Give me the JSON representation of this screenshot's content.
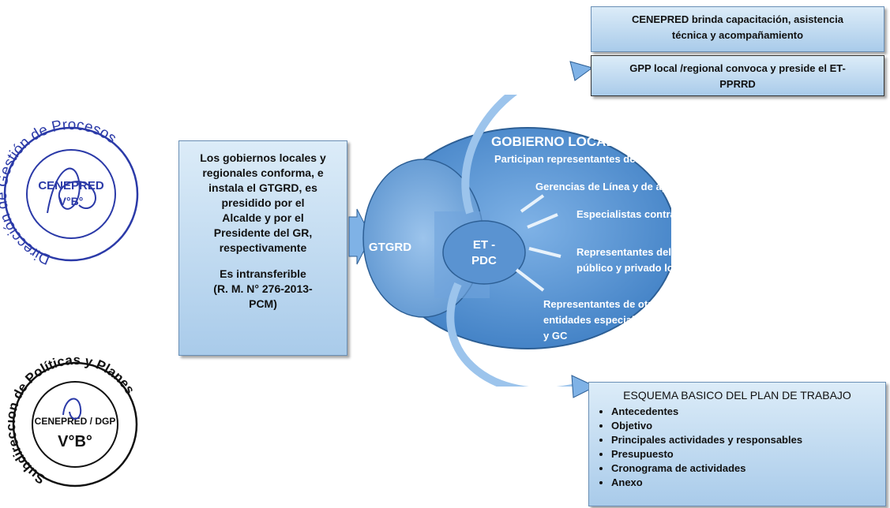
{
  "left_box": {
    "lines": [
      "Los gobiernos locales y",
      "regionales conforma, e",
      "instala el GTGRD,  es",
      "presidido por el",
      "Alcalde  y por el",
      "Presidente del GR,",
      "respectivamente"
    ],
    "lines2": [
      "Es intransferible",
      "(R. M. N° 276-2013-",
      "PCM)"
    ]
  },
  "top_box1": {
    "line1": "CENEPRED brinda capacitación, asistencia",
    "line2": "técnica y acompañamiento"
  },
  "top_box2": {
    "line1": "GPP  local /regional convoca y preside el ET-",
    "line2": "PPRRD"
  },
  "ellipse": {
    "title": "GOBIERNO LOCAL/REGIONAL",
    "subtitle": "Participan  representantes de:",
    "gtgrd": "GTGRD",
    "et_line1": "ET -",
    "et_line2": "PDC",
    "items": [
      [
        "Gerencias de Línea y de apoyo"
      ],
      [
        "Especialistas contratados"
      ],
      [
        "Representantes del sector",
        "público y privado local/regional"
      ],
      [
        "Representantes de  otras",
        "entidades  especializadas en GP",
        "y GC"
      ]
    ]
  },
  "plan_box": {
    "title": "ESQUEMA BASICO DEL PLAN DE TRABAJO",
    "items": [
      "Antecedentes",
      "Objetivo",
      "Principales actividades y responsables",
      "Presupuesto",
      "Cronograma de actividades",
      "Anexo"
    ]
  },
  "stamp1": {
    "ring_text": "Dirección de Gestión de Procesos",
    "center_line1": "CENEPRED",
    "center_line2": "V°B°"
  },
  "stamp2": {
    "ring_text": "Subdirección de Políticas y Planes",
    "center_line1": "CENEPRED / DGP",
    "center_line2": "V°B°"
  }
}
